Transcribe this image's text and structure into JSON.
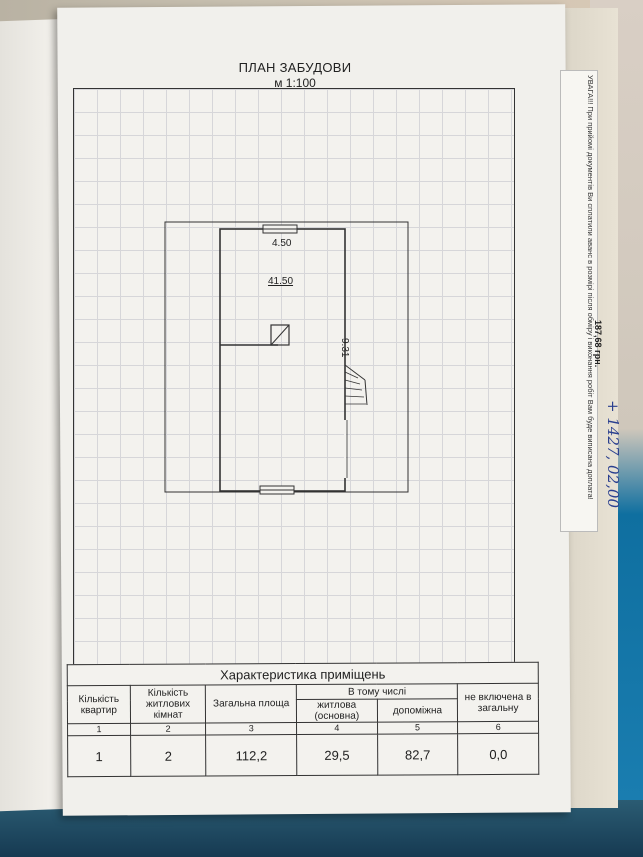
{
  "plan": {
    "title": "ПЛАН ЗАБУДОВИ",
    "scale": "м 1:100",
    "dim_width": "4.50",
    "dim_area": "41.50",
    "dim_length": "9.31"
  },
  "table": {
    "title": "Характеристика приміщень",
    "headers": {
      "apartments": "Кількість квартир",
      "rooms": "Кількість житлових кімнат",
      "total_area": "Загальна площа",
      "including": "В тому числі",
      "living": "житлова (основна)",
      "auxiliary": "допоміжна",
      "not_included": "не включена в загальну"
    },
    "column_numbers": [
      "1",
      "2",
      "3",
      "4",
      "5",
      "6"
    ],
    "row": {
      "apartments": "1",
      "rooms": "2",
      "total_area": "112,2",
      "living": "29,5",
      "auxiliary": "82,7",
      "not_included": "0,0"
    }
  },
  "sticker": {
    "notice": "УВАГА!!! При прийомі документів Ви сплатили аванс в розмірі після обміру і виконання робіт Вам буде виписана доплата!",
    "amount": "187,68 грн.",
    "handwritten": "+ 1427, 02,00"
  }
}
